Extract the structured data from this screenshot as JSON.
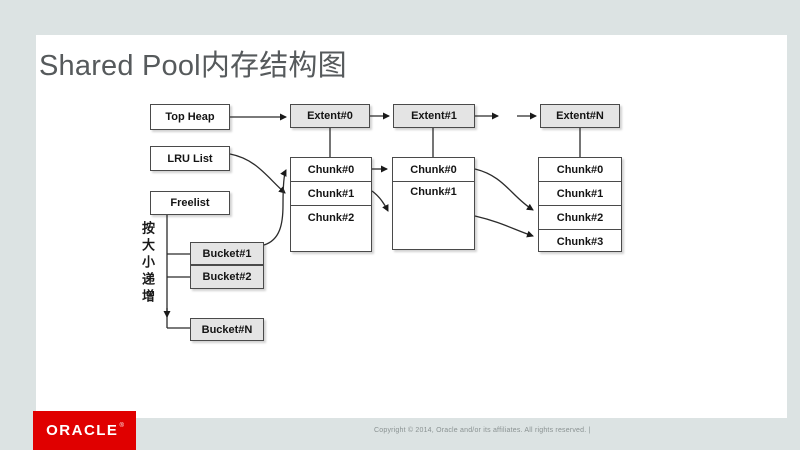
{
  "slide": {
    "title": "Shared Pool内存结构图"
  },
  "diagram": {
    "top_heap": "Top Heap",
    "lru_list": "LRU List",
    "freelist": "Freelist",
    "size_axis_label": "按大小递增",
    "buckets": [
      "Bucket#1",
      "Bucket#2",
      "Bucket#N"
    ],
    "extents": [
      "Extent#0",
      "Extent#1",
      "Extent#N"
    ],
    "extent0_chunks": [
      "Chunk#0",
      "Chunk#1",
      "Chunk#2"
    ],
    "extent1_chunks": [
      "Chunk#0",
      "Chunk#1"
    ],
    "extentN_chunks": [
      "Chunk#0",
      "Chunk#1",
      "Chunk#2",
      "Chunk#3"
    ]
  },
  "footer": {
    "logo_text": "ORACLE",
    "logo_trademark": "®",
    "copyright": "Copyright © 2014, Oracle and/or its affiliates. All rights reserved.  |"
  },
  "colors": {
    "background": "#dce3e3",
    "slide": "#ffffff",
    "box_fill_gray": "#e4e4e4",
    "box_border": "#4a4a4a",
    "title_text": "#565a5c",
    "oracle_red": "#e00000",
    "line": "#2b2b2b"
  }
}
